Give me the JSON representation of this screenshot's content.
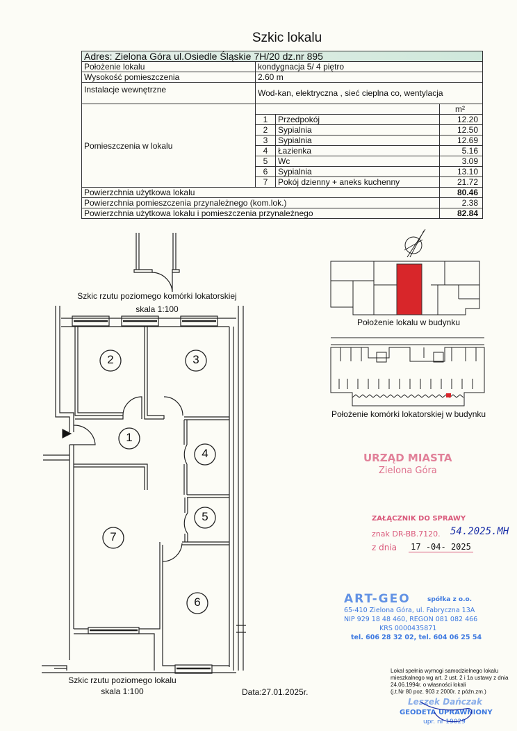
{
  "document": {
    "title": "Szkic lokalu",
    "address": "Adres: Zielona Góra ul.Osiedle Śląskie 7H/20 dz.nr 895",
    "info_rows": [
      {
        "label": "Położenie lokalu",
        "value": "kondygnacja 5/ 4 piętro"
      },
      {
        "label": "Wysokość pomieszczenia",
        "value": "2.60 m"
      },
      {
        "label": "Instalacje wewnętrzne",
        "value": "Wod-kan, elektryczna , sieć cieplna co, wentylacja"
      }
    ],
    "rooms_label": "Pomieszczenia w lokalu",
    "unit_header": "m²",
    "rooms": [
      {
        "no": "1",
        "name": "Przedpokój",
        "area": "12.20"
      },
      {
        "no": "2",
        "name": "Sypialnia",
        "area": "12.50"
      },
      {
        "no": "3",
        "name": "Sypialnia",
        "area": "12.69"
      },
      {
        "no": "4",
        "name": "Łazienka",
        "area": "5.16"
      },
      {
        "no": "5",
        "name": "Wc",
        "area": "3.09"
      },
      {
        "no": "6",
        "name": "Sypialnia",
        "area": "13.10"
      },
      {
        "no": "7",
        "name": "Pokój dzienny + aneks kuchenny",
        "area": "21.72"
      }
    ],
    "totals": [
      {
        "label": "Powierzchnia użytkowa lokalu",
        "value": "80.46",
        "bold": true
      },
      {
        "label": "Powierzchnia pomieszczenia przynależnego (kom.lok.)",
        "value": "2.38",
        "bold": false
      },
      {
        "label": "Powierzchnia użytkowa lokalu i pomieszczenia przynależnego",
        "value": "82.84",
        "bold": true
      }
    ]
  },
  "plans": {
    "storage_caption": "Szkic rzutu poziomego komórki lokatorskiej",
    "storage_scale": "skala 1:100",
    "flat_caption": "Szkic rzutu poziomego lokalu",
    "flat_scale": "skala 1:100",
    "date": "Data:27.01.2025r.",
    "room_markers": [
      "1",
      "2",
      "3",
      "4",
      "5",
      "6",
      "7"
    ],
    "building_caption": "Położenie lokalu w budynku",
    "cellar_caption": "Położenie komórki lokatorskiej w budynku",
    "highlight_color": "#d8262a"
  },
  "stamps": {
    "office_title": "URZĄD MIASTA",
    "office_city": "Zielona Góra",
    "attachment": "ZAŁĄCZNIK DO SPRAWY",
    "ref_label": "znak DR-BB.7120.",
    "ref_handwritten": "54.2025.MH",
    "date_label": "z dnia",
    "date_value": "17 -04- 2025",
    "company_name": "ART-GEO",
    "company_type": "spółka z o.o.",
    "company_address": "65-410 Zielona Góra, ul. Fabryczna 13A",
    "company_ids": "NIP 929 18 48 460, REGON 081 082 466",
    "company_krs": "KRS 0000435871",
    "company_phones": "tel. 606 28 32 02, tel. 604 06 25 54",
    "statement": [
      "Lokal spełnia wymogi samodzielnego lokalu",
      "mieszkalnego wg art. 2 ust. 2 i 1a ustawy z dnia",
      "24.06.1994r. o własności lokali",
      "(j.t.Nr 80 poz. 903 z 2000r. z późn.zm.)"
    ],
    "surveyor_name": "Leszek Dańczak",
    "surveyor_title": "GEODETA UPRAWNIONY",
    "surveyor_licence": "upr. nr 19029"
  }
}
